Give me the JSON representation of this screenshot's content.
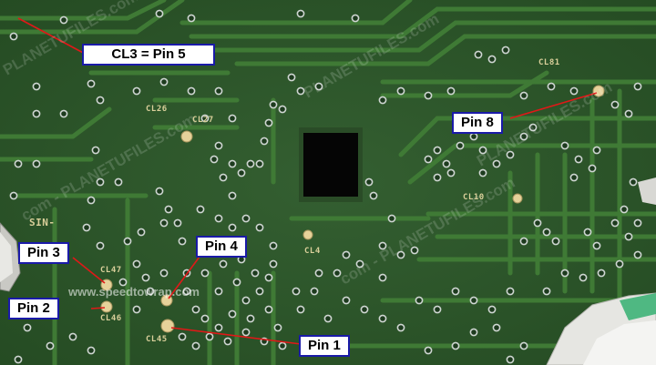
{
  "callouts": {
    "cl3": "CL3 = Pin 5",
    "pin8": "Pin 8",
    "pin3": "Pin 3",
    "pin4": "Pin 4",
    "pin2": "Pin 2",
    "pin1": "Pin 1"
  },
  "silkscreen": {
    "cl81": "CL81",
    "cl26": "CL26",
    "cl27": "CL27",
    "cl10": "CL10",
    "cl4": "CL4",
    "cl47": "CL47",
    "cl46": "CL46",
    "cl45": "CL45",
    "sin": "SIN-"
  },
  "watermarks": {
    "text1": "PLANETUFILES.com",
    "text2": "com - PLANETUFILES.com",
    "text3": "www.speedtowrap.com"
  },
  "colors": {
    "board": "#2d5a2a",
    "trace": "#3f7a35",
    "pad_copper": "#e6d29a",
    "via_ring": "#cfd6d2",
    "callout_border": "#1a1aa8",
    "leader_line": "#e01818"
  }
}
